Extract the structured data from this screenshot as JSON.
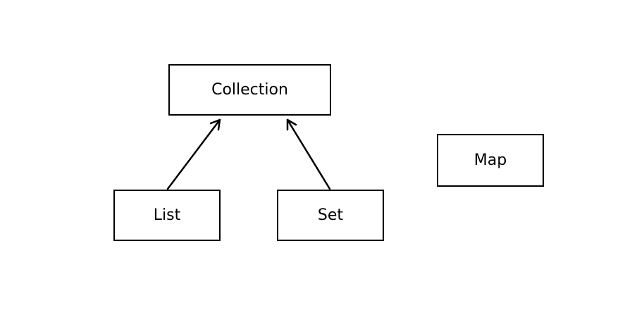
{
  "diagram": {
    "nodes": {
      "collection": {
        "label": "Collection"
      },
      "list": {
        "label": "List"
      },
      "set": {
        "label": "Set"
      },
      "map": {
        "label": "Map"
      }
    },
    "edges": [
      {
        "from": "list",
        "to": "collection",
        "type": "arrow"
      },
      {
        "from": "set",
        "to": "collection",
        "type": "arrow"
      }
    ],
    "colors": {
      "stroke": "#000000",
      "background": "#ffffff"
    }
  }
}
